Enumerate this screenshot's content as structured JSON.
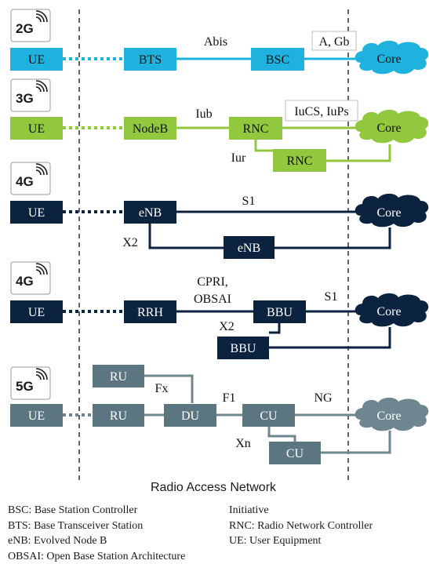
{
  "colors": {
    "g2": "#1fb2df",
    "g3": "#92c83e",
    "g4": "#0c2340",
    "g5": "#5b7680",
    "core5": "#6e868f"
  },
  "generations": [
    {
      "badge": "2G",
      "ue": "UE",
      "nodes": [
        "BTS",
        "BSC"
      ],
      "links": [
        "Abis",
        "A, Gb"
      ],
      "core": "Core"
    },
    {
      "badge": "3G",
      "ue": "UE",
      "nodes": [
        "NodeB",
        "RNC",
        "RNC"
      ],
      "links": [
        "Iub",
        "IuCS, IuPs",
        "Iur"
      ],
      "core": "Core"
    },
    {
      "badge": "4G",
      "ue": "UE",
      "nodes": [
        "eNB",
        "eNB"
      ],
      "links": [
        "S1",
        "X2"
      ],
      "core": "Core"
    },
    {
      "badge": "4G",
      "ue": "UE",
      "nodes": [
        "RRH",
        "BBU",
        "BBU"
      ],
      "links": [
        "CPRI,",
        "OBSAI",
        "S1",
        "X2"
      ],
      "core": "Core"
    },
    {
      "badge": "5G",
      "ue": "UE",
      "nodes": [
        "RU",
        "RU",
        "DU",
        "CU",
        "CU"
      ],
      "links": [
        "Fx",
        "F1",
        "NG",
        "Xn"
      ],
      "core": "Core"
    }
  ],
  "ran_label": "Radio Access Network",
  "legend": {
    "left": [
      "BSC: Base Station Controller",
      "BTS: Base Transceiver Station",
      "eNB: Evolved Node B",
      "OBSAI: Open Base Station Architecture"
    ],
    "right": [
      "Initiative",
      "RNC: Radio Network Controller",
      "UE: User Equipment"
    ]
  }
}
